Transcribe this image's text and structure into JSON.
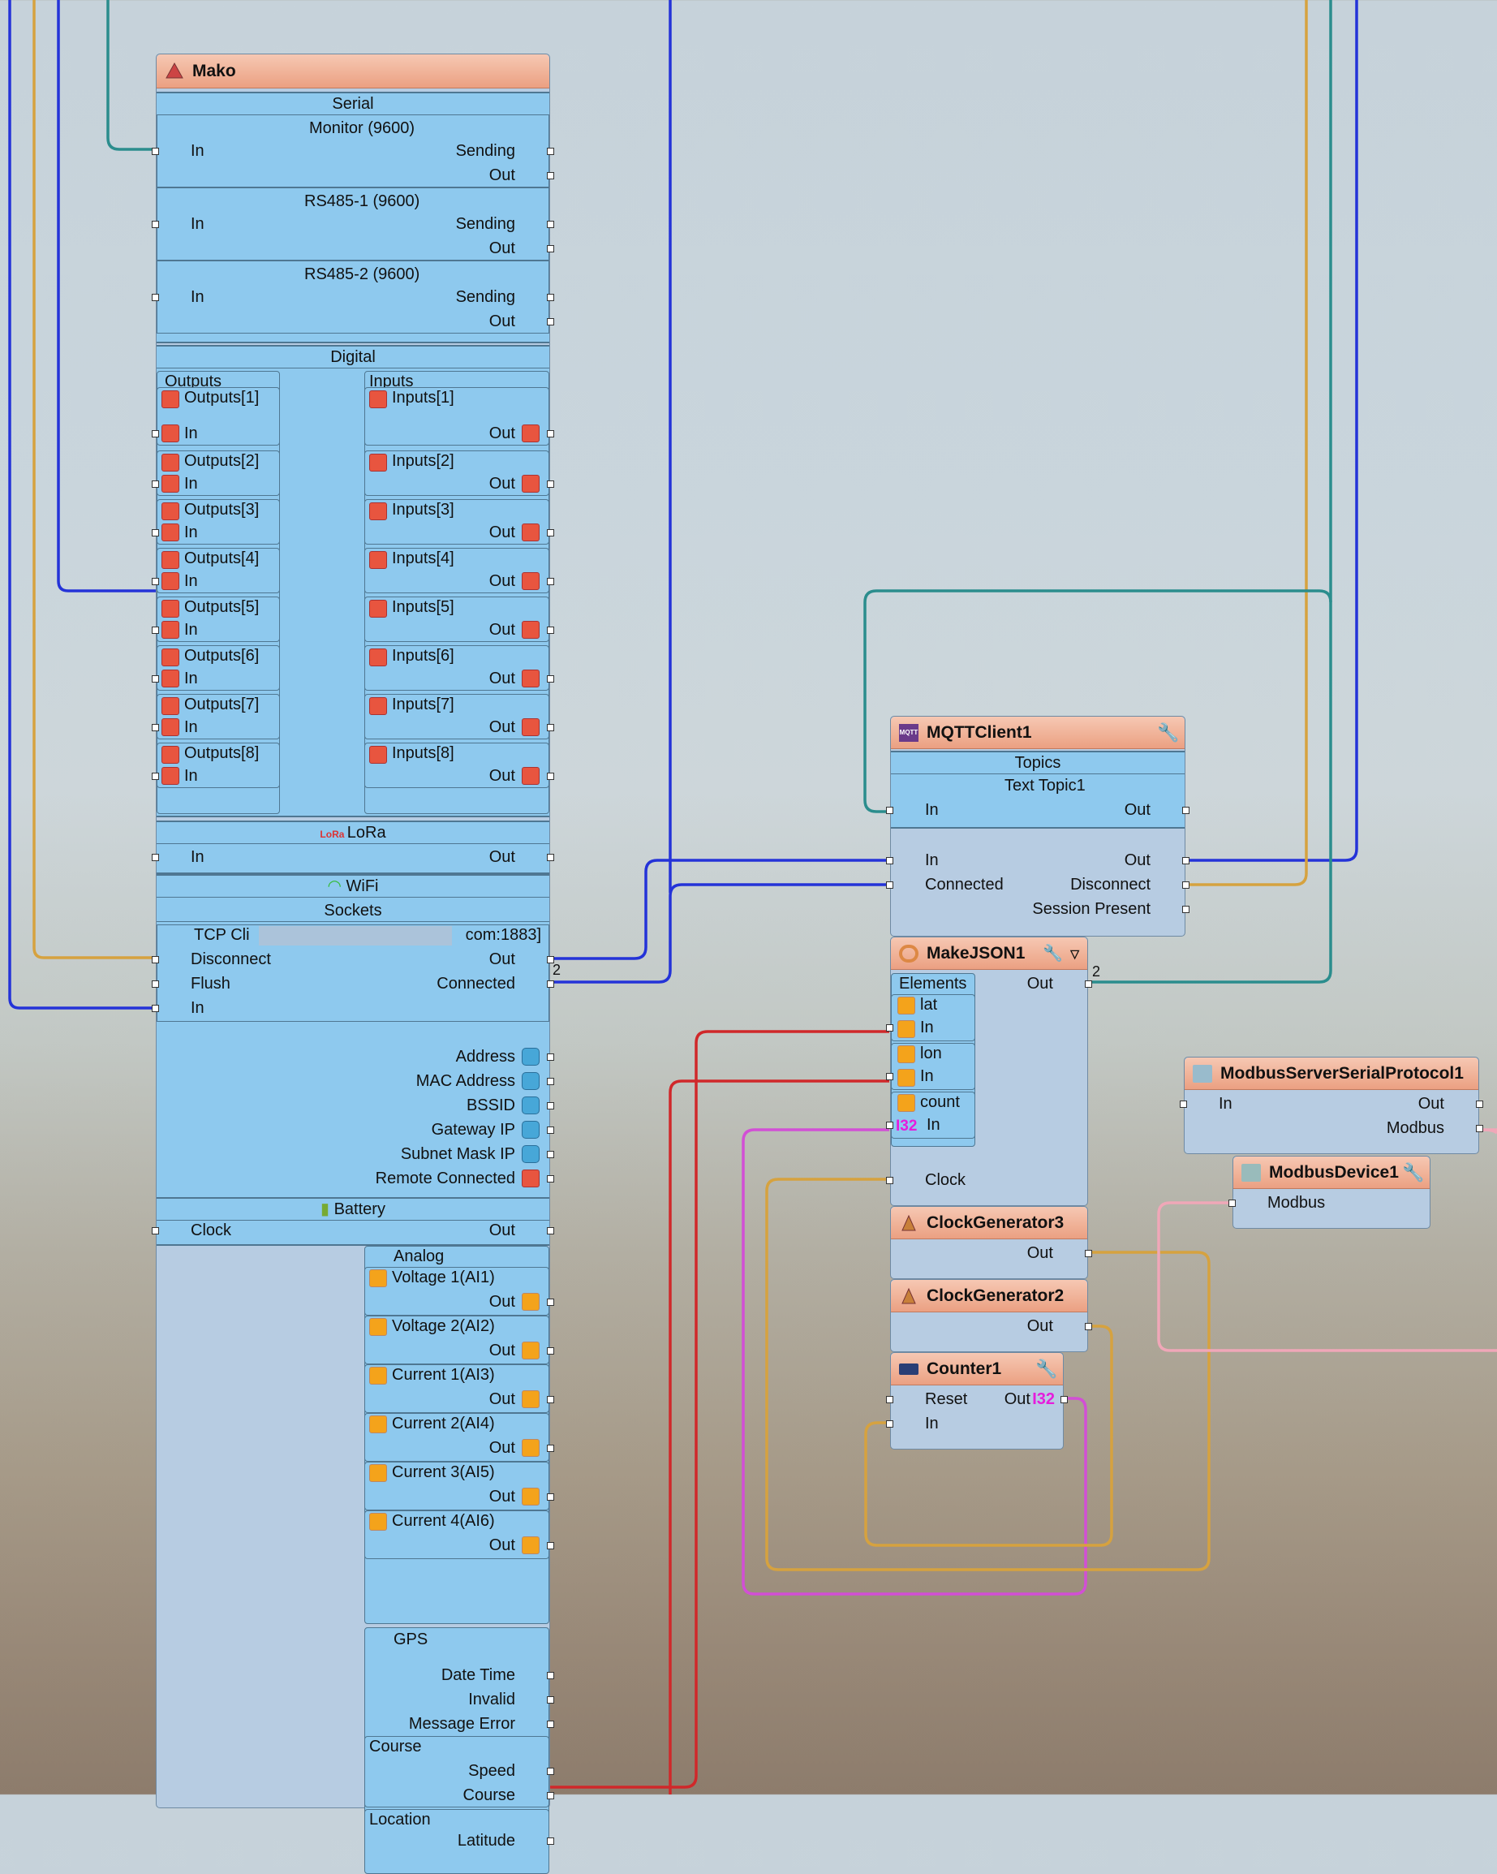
{
  "colors": {
    "wire_blue": "#2433d8",
    "wire_teal": "#2b8d8d",
    "wire_orange": "#d6a23f",
    "wire_red": "#d0282a",
    "wire_magenta": "#d24fd5",
    "wire_pink": "#f0a7b8",
    "title_gradient": "#eba082",
    "panel": "#8ec9ee",
    "body": "#b7cce2"
  },
  "icons": {
    "digital": "digital-pin-icon",
    "text": "text-pin-icon",
    "binary": "binary-pin-icon",
    "analog": "analog-pin-icon",
    "clock": "clock-pulse-icon",
    "integer": "i32-pin-icon",
    "wrench": "wrench-icon"
  },
  "mako": {
    "title": "Mako",
    "serial": {
      "header": "Serial",
      "channels": [
        {
          "name": "Monitor (9600)",
          "in": "In",
          "sending": "Sending",
          "out": "Out"
        },
        {
          "name": "RS485-1 (9600)",
          "in": "In",
          "sending": "Sending",
          "out": "Out"
        },
        {
          "name": "RS485-2 (9600)",
          "in": "In",
          "sending": "Sending",
          "out": "Out"
        }
      ]
    },
    "digital": {
      "header": "Digital",
      "outputs_header": "Outputs",
      "inputs_header": "Inputs",
      "outputs": [
        "Outputs[1]",
        "Outputs[2]",
        "Outputs[3]",
        "Outputs[4]",
        "Outputs[5]",
        "Outputs[6]",
        "Outputs[7]",
        "Outputs[8]"
      ],
      "inputs": [
        "Inputs[1]",
        "Inputs[2]",
        "Inputs[3]",
        "Inputs[4]",
        "Inputs[5]",
        "Inputs[6]",
        "Inputs[7]",
        "Inputs[8]"
      ],
      "in": "In",
      "out": "Out"
    },
    "lora": {
      "header": "LoRa",
      "in": "In",
      "out": "Out"
    },
    "wifi": {
      "header": "WiFi",
      "sockets": "Sockets",
      "tcp_prefix": "TCP Cli",
      "tcp_suffix": "com:1883]",
      "disconnect": "Disconnect",
      "flush": "Flush",
      "in": "In",
      "out": "Out",
      "connected": "Connected",
      "connected_count": "2",
      "status": [
        "Address",
        "MAC Address",
        "BSSID",
        "Gateway IP",
        "Subnet Mask IP",
        "Remote Connected"
      ]
    },
    "battery": {
      "header": "Battery",
      "clock": "Clock",
      "out": "Out"
    },
    "analog": {
      "header": "Analog",
      "channels": [
        "Voltage 1(AI1)",
        "Voltage 2(AI2)",
        "Current 1(AI3)",
        "Current 2(AI4)",
        "Current 3(AI5)",
        "Current 4(AI6)"
      ],
      "out": "Out"
    },
    "gps": {
      "header": "GPS",
      "date_time": "Date Time",
      "invalid": "Invalid",
      "message_error": "Message Error",
      "course_header": "Course",
      "speed": "Speed",
      "course": "Course",
      "location_header": "Location",
      "latitude": "Latitude"
    }
  },
  "mqtt": {
    "title": "MQTTClient1",
    "topics": "Topics",
    "topic": "Text Topic1",
    "topic_in": "In",
    "topic_out": "Out",
    "in": "In",
    "connected": "Connected",
    "out": "Out",
    "disconnect": "Disconnect",
    "session_present": "Session Present"
  },
  "makejson": {
    "title": "MakeJSON1",
    "elements": "Elements",
    "out": "Out",
    "out_count": "2",
    "items": [
      {
        "name": "lat",
        "in": "In"
      },
      {
        "name": "lon",
        "in": "In"
      },
      {
        "name": "count",
        "in": "In"
      }
    ],
    "clock": "Clock"
  },
  "clockgen3": {
    "title": "ClockGenerator3",
    "out": "Out"
  },
  "clockgen2": {
    "title": "ClockGenerator2",
    "out": "Out"
  },
  "counter": {
    "title": "Counter1",
    "reset": "Reset",
    "in": "In",
    "out": "Out",
    "out_type": "I32"
  },
  "modbus_protocol": {
    "title": "ModbusServerSerialProtocol1",
    "in": "In",
    "out": "Out",
    "modbus": "Modbus"
  },
  "modbus_device": {
    "title": "ModbusDevice1",
    "modbus": "Modbus"
  }
}
